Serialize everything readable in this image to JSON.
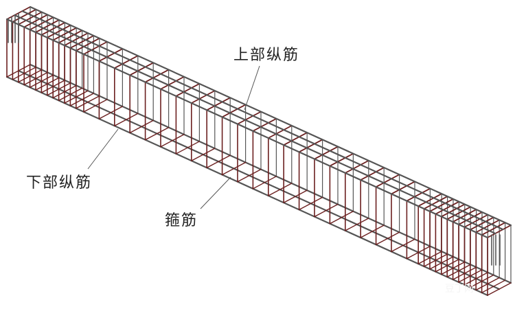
{
  "labels": {
    "top_rebar": "上部纵筋",
    "bottom_rebar": "下部纵筋",
    "stirrup": "箍筋"
  },
  "watermark": "豆丁网",
  "colors": {
    "background": "#ffffff",
    "frame_bar": "#555555",
    "stirrup": "#6b1f1f",
    "leader_line": "#555555",
    "label_text": "#222222"
  }
}
